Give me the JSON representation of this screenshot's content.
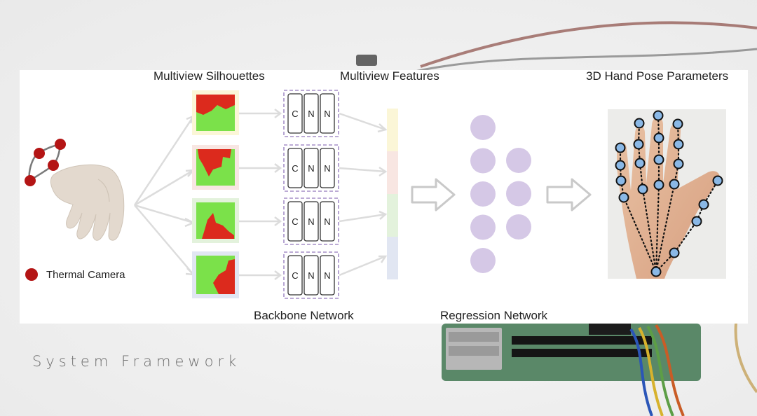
{
  "header": {
    "silhouettes_label": "Multiview Silhouettes",
    "features_label": "Multiview Features",
    "pose_label": "3D Hand Pose Parameters"
  },
  "footer": {
    "backbone_label": "Backbone Network",
    "regression_label": "Regression Network"
  },
  "legend": {
    "camera_label": "Thermal Camera",
    "camera_color": "#b41515"
  },
  "cnn": {
    "letters": [
      "C",
      "N",
      "N"
    ],
    "box_border": "#a58fc7"
  },
  "features": {
    "colors": [
      "#fbf6d7",
      "#f8e6e2",
      "#e3f2dc",
      "#e1e6f2"
    ]
  },
  "regression": {
    "node_color": "#d5c8e6",
    "column_counts": [
      5,
      3
    ]
  },
  "hand_keypoints": {
    "fill": "#8ab8e6",
    "stroke": "#111111"
  },
  "caption": "System Framework"
}
